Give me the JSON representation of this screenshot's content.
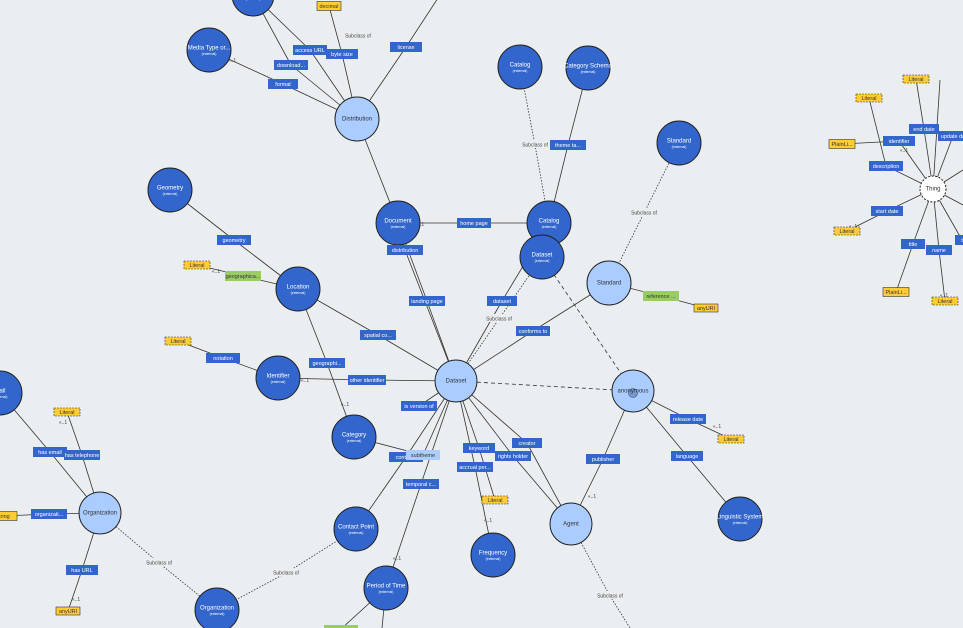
{
  "colors": {
    "background": "#eaeef1",
    "external_class": "#3366cc",
    "class": "#aaccff",
    "property": "#3366cc",
    "datatype_property": "#99cc66",
    "literal": "#ffcc33",
    "edge": "#333333"
  },
  "node_markers": {
    "external": "(external)",
    "anonymous_icon": "equivalent-class-icon"
  },
  "nodes": [
    {
      "id": "mediatype",
      "label": "Media Type or...",
      "external": true
    },
    {
      "id": "topnode",
      "label": "",
      "external": true
    },
    {
      "id": "distribution",
      "label": "Distribution",
      "external": false
    },
    {
      "id": "catalog_top",
      "label": "Catalog",
      "external": true
    },
    {
      "id": "catschema",
      "label": "Category Schema",
      "external": true
    },
    {
      "id": "standard_ext",
      "label": "Standard",
      "external": true
    },
    {
      "id": "geometry",
      "label": "Geometry",
      "external": true
    },
    {
      "id": "document",
      "label": "Document",
      "external": true
    },
    {
      "id": "catalog",
      "label": "Catalog",
      "external": true
    },
    {
      "id": "dataset_ext",
      "label": "Dataset",
      "external": true
    },
    {
      "id": "standard",
      "label": "Standard",
      "external": false
    },
    {
      "id": "location",
      "label": "Location",
      "external": true
    },
    {
      "id": "identifier",
      "label": "Identifier",
      "external": true
    },
    {
      "id": "dataset",
      "label": "Dataset",
      "external": false
    },
    {
      "id": "anonymous",
      "label": "anonymous",
      "external": false
    },
    {
      "id": "category",
      "label": "Category",
      "external": true
    },
    {
      "id": "agent",
      "label": "Agent",
      "external": false
    },
    {
      "id": "linguistic",
      "label": "Linguistic System",
      "external": true
    },
    {
      "id": "contactpoint",
      "label": "Contact Point",
      "external": true
    },
    {
      "id": "frequency",
      "label": "Frequency",
      "external": true
    },
    {
      "id": "periodoftime",
      "label": "Period of Time",
      "external": true
    },
    {
      "id": "organization",
      "label": "Organization",
      "external": false
    },
    {
      "id": "organization_ext",
      "label": "Organization",
      "external": true
    },
    {
      "id": "email_node",
      "label": "mail",
      "external": true
    },
    {
      "id": "thing",
      "label": "Thing",
      "external": false
    }
  ],
  "properties": [
    {
      "id": "p_accessurl",
      "label": "access URL"
    },
    {
      "id": "p_bytesize",
      "label": "byte size"
    },
    {
      "id": "p_license",
      "label": "license"
    },
    {
      "id": "p_download",
      "label": "download..."
    },
    {
      "id": "p_format",
      "label": "format"
    },
    {
      "id": "p_theme",
      "label": "theme ta..."
    },
    {
      "id": "p_geometry",
      "label": "geometry"
    },
    {
      "id": "p_homepage",
      "label": "home page"
    },
    {
      "id": "p_distribution",
      "label": "distribution"
    },
    {
      "id": "p_landingpage",
      "label": "landing page"
    },
    {
      "id": "p_dataset",
      "label": "dataset"
    },
    {
      "id": "p_conformsto",
      "label": "conforms to"
    },
    {
      "id": "p_spatial",
      "label": "spatial co..."
    },
    {
      "id": "p_notation",
      "label": "notation"
    },
    {
      "id": "p_geographi",
      "label": "geographi..."
    },
    {
      "id": "p_otherid",
      "label": "other identifier"
    },
    {
      "id": "p_isversion",
      "label": "is version of"
    },
    {
      "id": "p_keyword",
      "label": "keyword"
    },
    {
      "id": "p_creator",
      "label": "creator"
    },
    {
      "id": "p_contact",
      "label": "contac..."
    },
    {
      "id": "p_rightsholder",
      "label": "rights holder"
    },
    {
      "id": "p_accrual",
      "label": "accrual per..."
    },
    {
      "id": "p_temporal",
      "label": "temporal c..."
    },
    {
      "id": "p_releasedate",
      "label": "release date"
    },
    {
      "id": "p_language",
      "label": "language"
    },
    {
      "id": "p_publisher",
      "label": "publisher"
    },
    {
      "id": "p_hasemail",
      "label": "has email"
    },
    {
      "id": "p_hastel",
      "label": "has telephone"
    },
    {
      "id": "p_organizat",
      "label": "organizati..."
    },
    {
      "id": "p_hasurl",
      "label": "has URL"
    },
    {
      "id": "p_identifier",
      "label": "identifier"
    },
    {
      "id": "p_enddate",
      "label": "end date"
    },
    {
      "id": "p_updateda",
      "label": "update da"
    },
    {
      "id": "p_description",
      "label": "description"
    },
    {
      "id": "p_startdate",
      "label": "start date"
    },
    {
      "id": "p_title",
      "label": "title"
    },
    {
      "id": "p_name",
      "label": "name"
    },
    {
      "id": "p_cut",
      "label": "t"
    }
  ],
  "datatype_properties": [
    {
      "id": "d_geographica",
      "label": "geographica..."
    },
    {
      "id": "d_reference",
      "label": "reference ..."
    },
    {
      "id": "d_subtheme",
      "label": "subtheme"
    },
    {
      "id": "d_bottom",
      "label": ""
    }
  ],
  "literals": [
    {
      "id": "l_decimal",
      "label": "decimal",
      "dashed": false
    },
    {
      "id": "l_literal_geo",
      "label": "Literal",
      "dashed": true
    },
    {
      "id": "l_anyuri_std",
      "label": "anyURI",
      "dashed": false
    },
    {
      "id": "l_literal_notation",
      "label": "Literal",
      "dashed": true
    },
    {
      "id": "l_literal_tel",
      "label": "Literal",
      "dashed": true
    },
    {
      "id": "l_literal_release",
      "label": "Literal",
      "dashed": true
    },
    {
      "id": "l_literal_keyword",
      "label": "Literal",
      "dashed": true
    },
    {
      "id": "l_string",
      "label": "string",
      "dashed": false
    },
    {
      "id": "l_anyuri_org",
      "label": "anyURI",
      "dashed": false
    },
    {
      "id": "l_literal_t1",
      "label": "Literal",
      "dashed": true
    },
    {
      "id": "l_literal_t2",
      "label": "Literal",
      "dashed": true
    },
    {
      "id": "l_plainli_1",
      "label": "PlainLi...",
      "dashed": false
    },
    {
      "id": "l_literal_t3",
      "label": "Literal",
      "dashed": true
    },
    {
      "id": "l_plainli_2",
      "label": "PlainLi...",
      "dashed": false
    },
    {
      "id": "l_literal_t4",
      "label": "Literal",
      "dashed": true
    }
  ],
  "subclass_labels": [
    {
      "id": "s_top",
      "label": "Subclass of"
    },
    {
      "id": "s_catalog",
      "label": "Subclass of"
    },
    {
      "id": "s_standard",
      "label": "Subclass of"
    },
    {
      "id": "s_dataset",
      "label": "Subclass of"
    },
    {
      "id": "s_org",
      "label": "Subclass of"
    },
    {
      "id": "s_contact",
      "label": "Subclass of"
    },
    {
      "id": "s_agent",
      "label": "Subclass of"
    }
  ],
  "cardinality_label": "«..1"
}
